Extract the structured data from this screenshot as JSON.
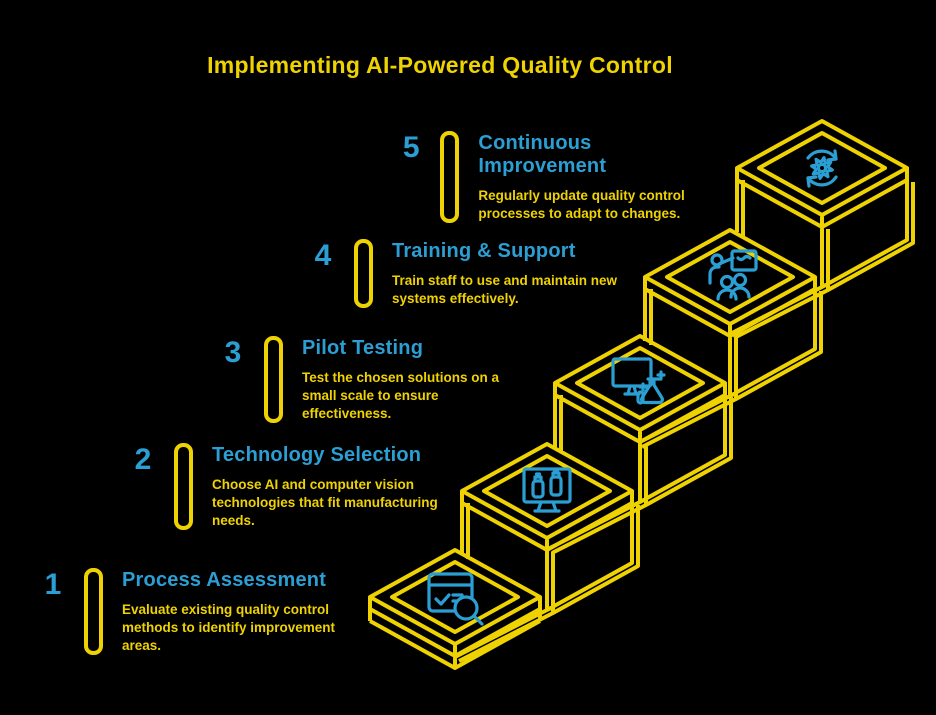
{
  "title": "Implementing AI-Powered Quality Control",
  "colors": {
    "accent_yellow": "#EFD202",
    "accent_blue": "#2B9FD4",
    "background": "#000000"
  },
  "steps": [
    {
      "number": "1",
      "title": "Process Assessment",
      "description": "Evaluate existing quality control\nmethods to identify improvement\nareas.",
      "icon": "assessment-search-icon"
    },
    {
      "number": "2",
      "title": "Technology Selection",
      "description": "Choose AI and computer vision\ntechnologies that fit manufacturing\nneeds.",
      "icon": "computer-vision-monitor-icon"
    },
    {
      "number": "3",
      "title": "Pilot Testing",
      "description": "Test the chosen solutions on a\nsmall scale to ensure\neffectiveness.",
      "icon": "monitor-flask-icon"
    },
    {
      "number": "4",
      "title": "Training & Support",
      "description": "Train staff to use and maintain new\nsystems effectively.",
      "icon": "trainer-board-icon"
    },
    {
      "number": "5",
      "title": "Continuous Improvement",
      "description": "Regularly update quality control\nprocesses to adapt to changes.",
      "icon": "refresh-gear-icon"
    }
  ]
}
